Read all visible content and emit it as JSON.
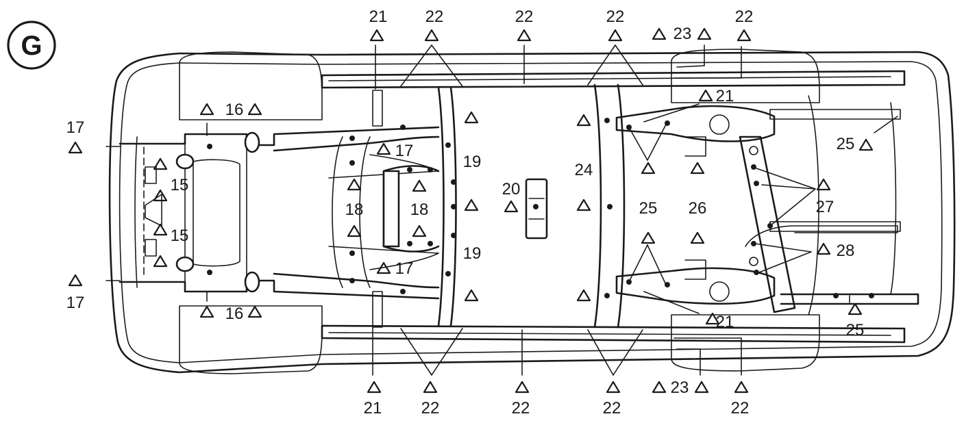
{
  "diagram": {
    "badge": "G",
    "labels": {
      "l17": "17",
      "l16": "16",
      "l15": "15",
      "l18": "18",
      "l19": "19",
      "l20": "20",
      "l21": "21",
      "l22": "22",
      "l23": "23",
      "l24": "24",
      "l25": "25",
      "l26": "26",
      "l27": "27",
      "l28": "28"
    }
  }
}
